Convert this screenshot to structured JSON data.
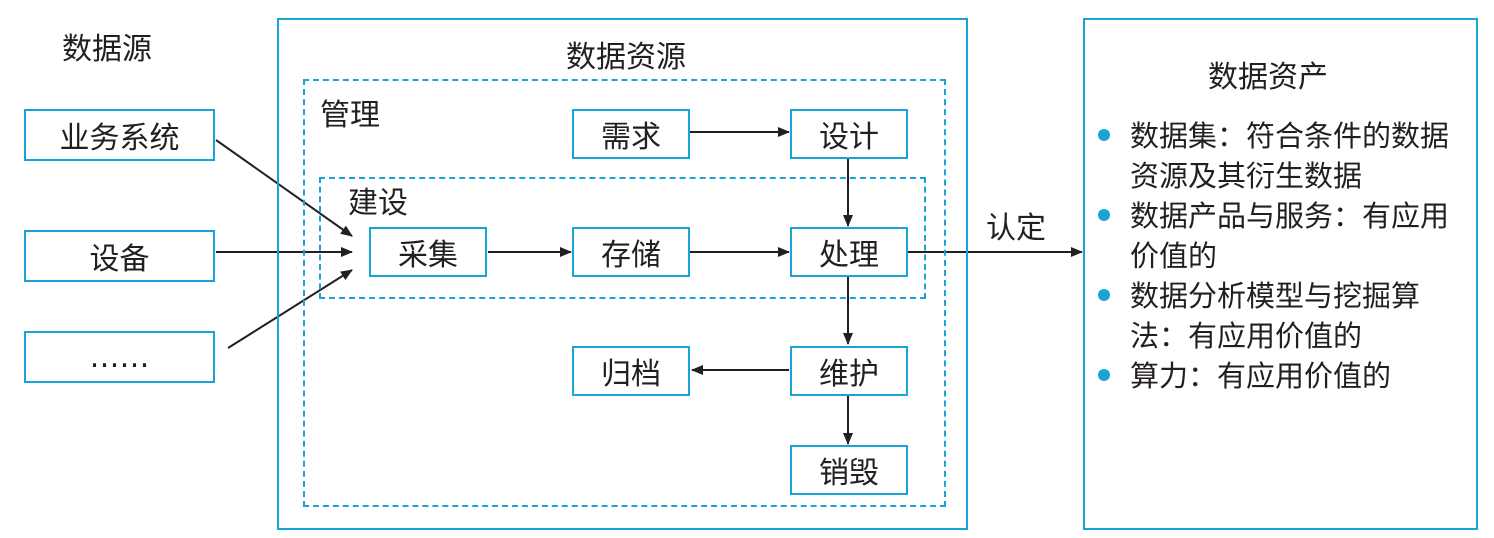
{
  "sources": {
    "title": "数据源",
    "items": [
      "业务系统",
      "设备",
      "……"
    ]
  },
  "resource": {
    "title": "数据资源",
    "management": {
      "label": "管理",
      "demand": "需求",
      "design": "设计",
      "archive": "归档",
      "maintain": "维护",
      "destroy": "销毁"
    },
    "construction": {
      "label": "建设",
      "collect": "采集",
      "store": "存储",
      "process": "处理"
    }
  },
  "confirm_label": "认定",
  "asset": {
    "title": "数据资产",
    "items": [
      "数据集：符合条件的数据资源及其衍生数据",
      "数据产品与服务：有应用价值的",
      "数据分析模型与挖掘算法：有应用价值的",
      "算力：有应用价值的"
    ]
  },
  "colors": {
    "accent": "#1aa3d6",
    "text": "#231f20"
  }
}
